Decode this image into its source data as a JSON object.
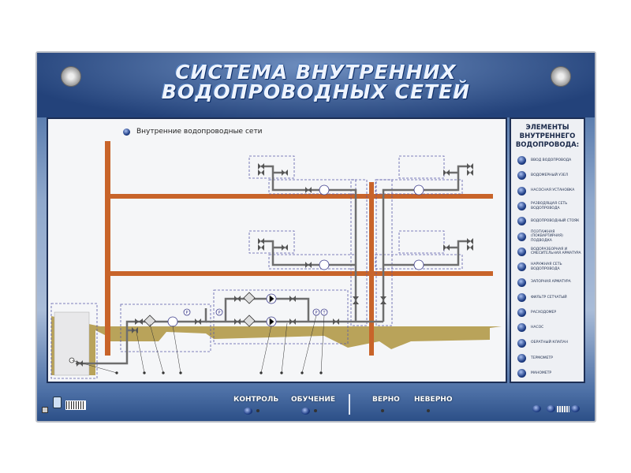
{
  "header": {
    "title_line1": "СИСТЕМА ВНУТРЕННИХ",
    "title_line2": "ВОДОПРОВОДНЫХ СЕТЕЙ"
  },
  "diagram": {
    "legend_label": "Внутренние водопроводные сети",
    "gauge_p": "P",
    "gauge_t": "T"
  },
  "sidebar": {
    "heading": [
      "ЭЛЕМЕНТЫ",
      "ВНУТРЕННЕГО",
      "ВОДОПРОВОДА:"
    ],
    "items": [
      "Ввод водопровода",
      "Водомерный узел",
      "Насосная установка",
      "Разводящая сеть водопровода",
      "Водопроводный стояк",
      "Поэтажная (поквартирная) подводка",
      "Водоразборная и смесительная арматура",
      "Наружная сеть водопровода",
      "Запорная арматура",
      "Фильтр сетчатый",
      "Расходомер",
      "Насос",
      "Обратный клапан",
      "Термометр",
      "Манометр"
    ]
  },
  "bottom": {
    "control": "КОНТРОЛЬ",
    "training": "ОБУЧЕНИЕ",
    "correct": "ВЕРНО",
    "incorrect": "НЕВЕРНО"
  },
  "colors": {
    "pipe": "#c8642a",
    "ground": "#b9a35a",
    "water_pipe": "#6e6e6e",
    "frame": "#1d2f55"
  }
}
